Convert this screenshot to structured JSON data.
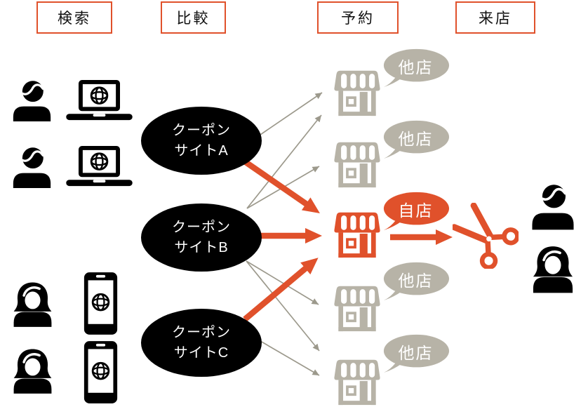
{
  "stages": [
    {
      "label": "検索"
    },
    {
      "label": "比較"
    },
    {
      "label": "予約"
    },
    {
      "label": "来店"
    }
  ],
  "coupon_sites": [
    {
      "line1": "クーポン",
      "line2": "サイトA"
    },
    {
      "line1": "クーポン",
      "line2": "サイトB"
    },
    {
      "line1": "クーポン",
      "line2": "サイトC"
    }
  ],
  "stores": [
    {
      "bubble": "他店",
      "type": "other"
    },
    {
      "bubble": "他店",
      "type": "other"
    },
    {
      "bubble": "自店",
      "type": "own"
    },
    {
      "bubble": "他店",
      "type": "other"
    },
    {
      "bubble": "他店",
      "type": "other"
    }
  ],
  "icons": {
    "search_stage": [
      "male-user-icon",
      "laptop-globe-icon",
      "male-user-icon",
      "laptop-globe-icon",
      "female-user-icon",
      "smartphone-globe-icon",
      "female-user-icon",
      "smartphone-globe-icon"
    ],
    "reserve_stage": "storefront-icon",
    "coupon_cut": "scissors-icon",
    "visit_stage": [
      "male-user-icon",
      "female-user-icon"
    ]
  },
  "colors": {
    "accent_orange": "#E0512B",
    "neutral_gray": "#B7B3A7",
    "arrow_gray": "#9C998C",
    "black": "#000000",
    "white": "#FFFFFF"
  }
}
